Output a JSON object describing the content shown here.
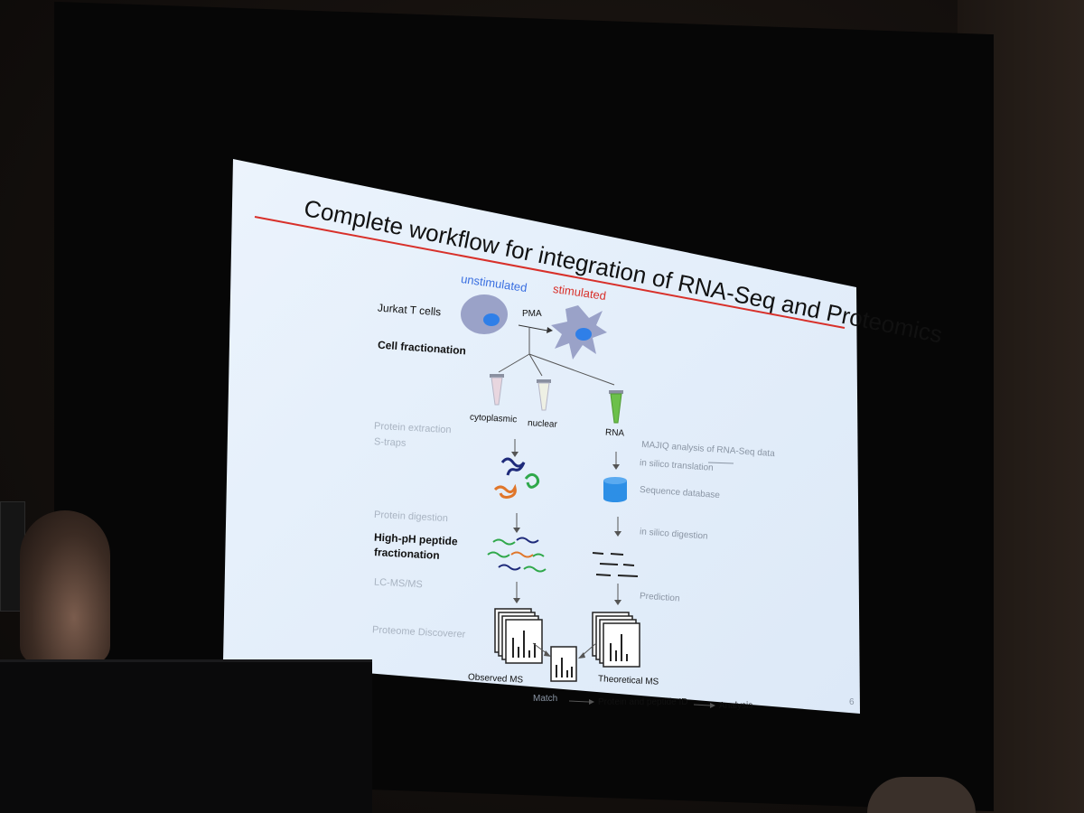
{
  "slide": {
    "title": "Complete workflow for integration of RNA-Seq and Proteomics",
    "left_labels": {
      "jurkat": "Jurkat T cells",
      "fractionation": "Cell fractionation",
      "extraction_1": "Protein extraction",
      "extraction_2": "S-traps",
      "digestion": "Protein digestion",
      "highph_1": "High-pH peptide",
      "highph_2": "fractionation",
      "lcms": "LC-MS/MS",
      "discoverer": "Proteome Discoverer"
    },
    "conditions": {
      "unstimulated": "unstimulated",
      "stimulated": "stimulated",
      "pma": "PMA"
    },
    "fractions": {
      "cytoplasmic": "cytoplasmic",
      "nuclear": "nuclear",
      "rna": "RNA"
    },
    "right_labels": {
      "majiq_prefix": "MAJIQ analysis of ",
      "majiq_link": "RNA-Seq",
      "majiq_suffix": " data",
      "translation": "in silico translation",
      "database": "Sequence database",
      "digestion": "in silico digestion",
      "prediction": "Prediction"
    },
    "bottom": {
      "observed": "Observed MS",
      "theoretical": "Theoretical MS",
      "match": "Match",
      "protein_id": "Protein and peptide ID",
      "analysis": "Analysis",
      "page": "6"
    }
  },
  "colors": {
    "title_rule": "#d8302a",
    "unstimulated": "#3a6fe0",
    "stimulated": "#d8302a",
    "cell": "#9aa2c8",
    "nucleus": "#2f7fe8",
    "rna_tube": "#6cc04a",
    "database": "#2d8fe6"
  },
  "icons": [
    "arrow-down-icon",
    "tube-icon",
    "protein-icon",
    "peptide-icon",
    "database-icon",
    "spectrum-icon"
  ]
}
